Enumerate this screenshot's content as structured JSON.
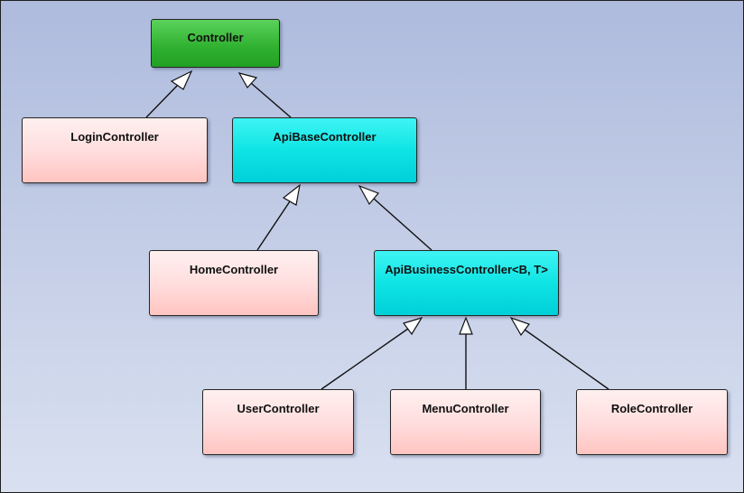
{
  "diagram": {
    "nodes": {
      "controller": "Controller",
      "login": "LoginController",
      "apibase": "ApiBaseController",
      "home": "HomeController",
      "apibusiness": "ApiBusinessController<B, T>",
      "user": "UserController",
      "menu": "MenuController",
      "role": "RoleController"
    },
    "inheritance": [
      {
        "child": "LoginController",
        "parent": "Controller"
      },
      {
        "child": "ApiBaseController",
        "parent": "Controller"
      },
      {
        "child": "HomeController",
        "parent": "ApiBaseController"
      },
      {
        "child": "ApiBusinessController<B, T>",
        "parent": "ApiBaseController"
      },
      {
        "child": "UserController",
        "parent": "ApiBusinessController<B, T>"
      },
      {
        "child": "MenuController",
        "parent": "ApiBusinessController<B, T>"
      },
      {
        "child": "RoleController",
        "parent": "ApiBusinessController<B, T>"
      }
    ],
    "colors": {
      "root_fill": "#2fb02f",
      "abstract_fill": "#0fe4e4",
      "concrete_fill": "#ffd6d4",
      "background_top": "#aebbdd",
      "background_bottom": "#d9e0f0",
      "line": "#111111"
    }
  }
}
